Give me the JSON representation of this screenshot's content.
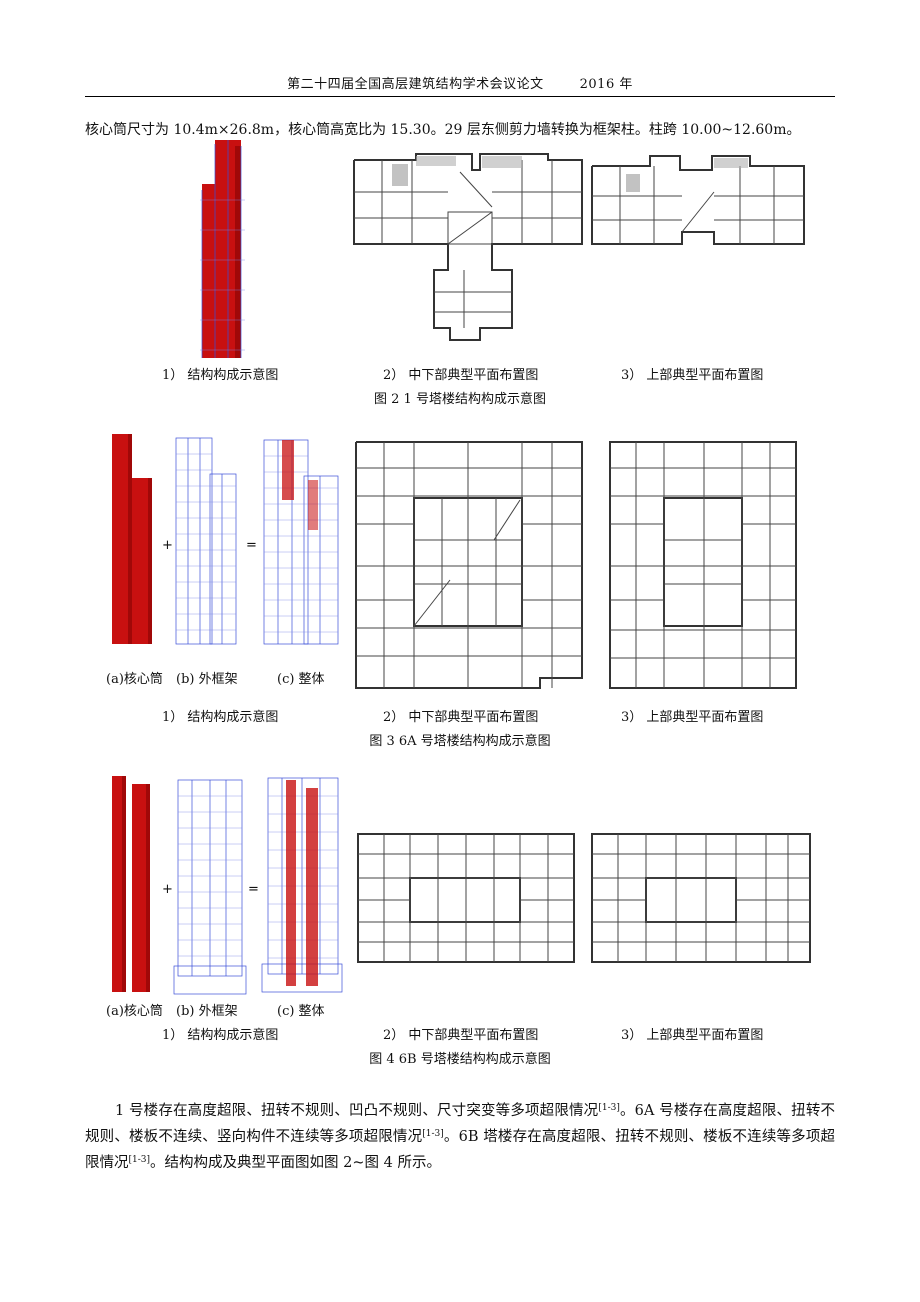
{
  "header": {
    "title": "第二十四届全国高层建筑结构学术会议论文",
    "year": "2016 年"
  },
  "intro_line": "核心筒尺寸为 10.4m×26.8m，核心筒高宽比为 15.30。29 层东侧剪力墙转换为框架柱。柱跨 10.00~12.60m。",
  "fig2": {
    "sub1": "1）    结构构成示意图",
    "sub2": "2）    中下部典型平面布置图",
    "sub3": "3）    上部典型平面布置图",
    "caption": "图 2    1 号塔楼结构构成示意图"
  },
  "fig3": {
    "op_plus": "+",
    "op_eq": "=",
    "label_a": "(a)核心筒",
    "label_b": "(b)  外框架",
    "label_c": "(c)  整体",
    "sub1": "1）    结构构成示意图",
    "sub2": "2）    中下部典型平面布置图",
    "sub3": "3）    上部典型平面布置图",
    "caption": "图 3    6A 号塔楼结构构成示意图"
  },
  "fig4": {
    "op_plus": "+",
    "op_eq": "=",
    "label_a": "(a)核心筒",
    "label_b": "(b)  外框架",
    "label_c": "(c)  整体",
    "sub1": "1）    结构构成示意图",
    "sub2": "2）    中下部典型平面布置图",
    "sub3": "3）    上部典型平面布置图",
    "caption": "图 4    6B 号塔楼结构构成示意图"
  },
  "paragraph": {
    "t1": "1 号楼存在高度超限、扭转不规则、凹凸不规则、尺寸突变等多项超限情况",
    "r1": "[1-3]",
    "t2": "。6A  号楼存在高度超限、扭转不规则、楼板不连续、竖向构件不连续等多项超限情况",
    "r2": "[1-3]",
    "t3": "。6B 塔楼存在高度超限、扭转不规则、楼板不连续等多项超限情况",
    "r3": "[1-3]",
    "t4": "。结构构成及典型平面图如图 2~图 4 所示。"
  },
  "colors": {
    "core": "#d41010",
    "frame": "#3a4fd8",
    "plan_line": "#333333"
  }
}
